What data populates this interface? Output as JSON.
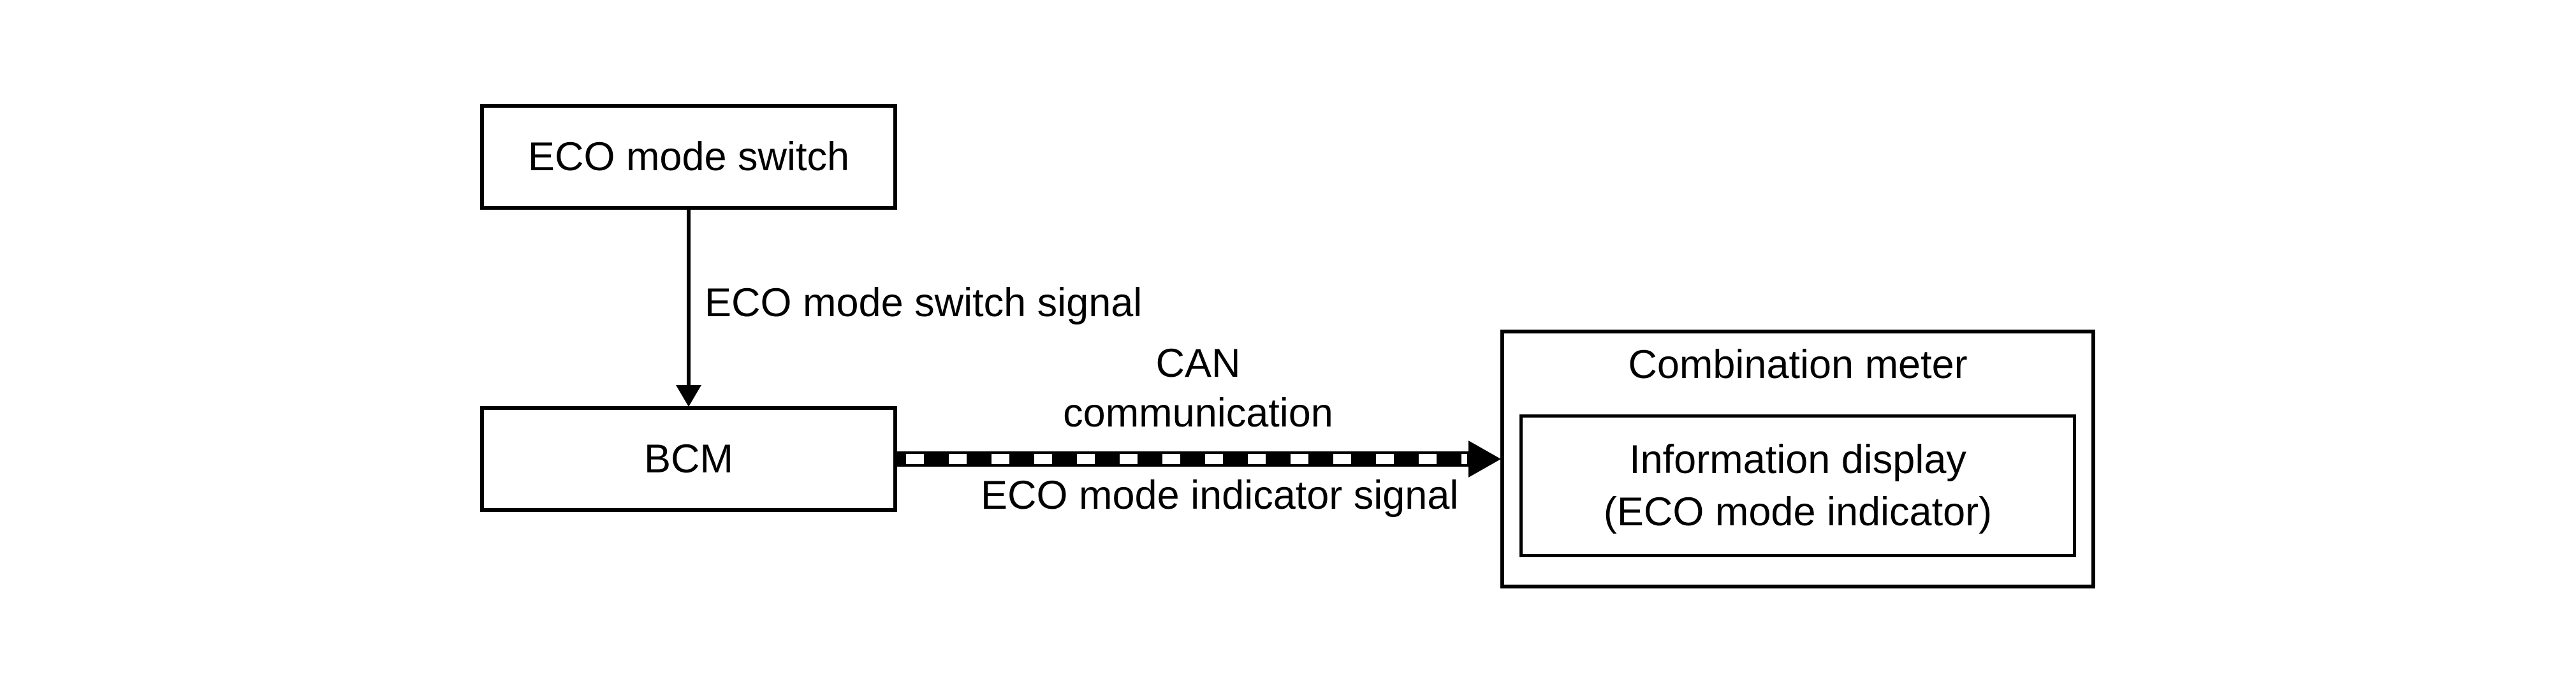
{
  "nodes": {
    "eco_switch": {
      "label": "ECO mode switch"
    },
    "bcm": {
      "label": "BCM"
    },
    "combination_meter": {
      "label": "Combination meter"
    },
    "information_display": {
      "line1": "Information display",
      "line2": "(ECO mode indicator)"
    }
  },
  "edges": {
    "switch_to_bcm": {
      "type": "solid-arrow-down",
      "label": "ECO mode switch signal"
    },
    "bcm_to_meter": {
      "type": "dashed-bus-arrow-right",
      "label_above_line1": "CAN",
      "label_above_line2": "communication",
      "label_below": "ECO mode indicator signal"
    }
  },
  "colors": {
    "foreground": "#000000",
    "background": "#ffffff"
  }
}
